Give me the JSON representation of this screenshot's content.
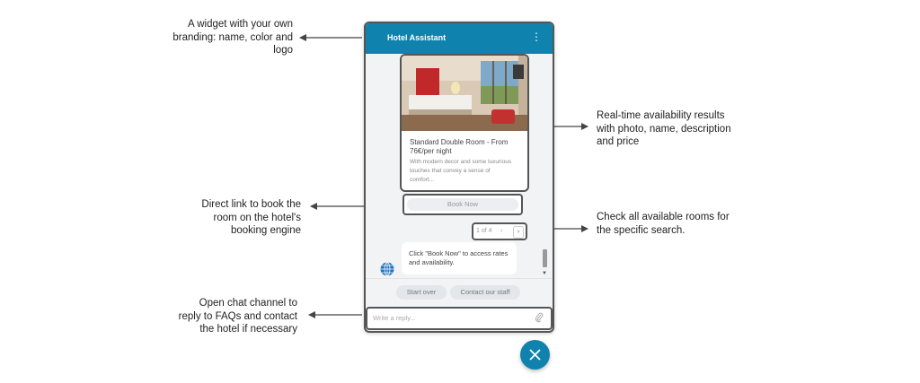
{
  "annotations": {
    "branding": "A widget with your own branding: name, color and logo",
    "direct_link": "Direct link to book the room on the hotel's booking engine",
    "open_chat": "Open chat channel to reply to FAQs and contact the hotel if necessary",
    "realtime": "Real-time availability results with photo, name, description and price",
    "check_rooms": "Check all available rooms for the specific search."
  },
  "chat": {
    "title": "Hotel Assistant",
    "menu_icon": "more-vertical-icon",
    "room_card": {
      "title": "Standard Double Room - From 76€/per night",
      "description": "With modern decor and some luxurious touches that convey a sense of comfort..."
    },
    "book_now": "Book Now",
    "pagination": {
      "text": "1 of 4",
      "prev": "‹",
      "next": "›"
    },
    "bot_message": "Click \"Book Now\" to access rates and availability.",
    "quick_replies": [
      "Start over",
      "Contact our staff"
    ],
    "reply_placeholder": "Write a reply...",
    "attach_icon": "paperclip-icon",
    "close_icon": "close-icon"
  },
  "colors": {
    "brand": "#0f83ad",
    "background": "#f1f3f5"
  }
}
